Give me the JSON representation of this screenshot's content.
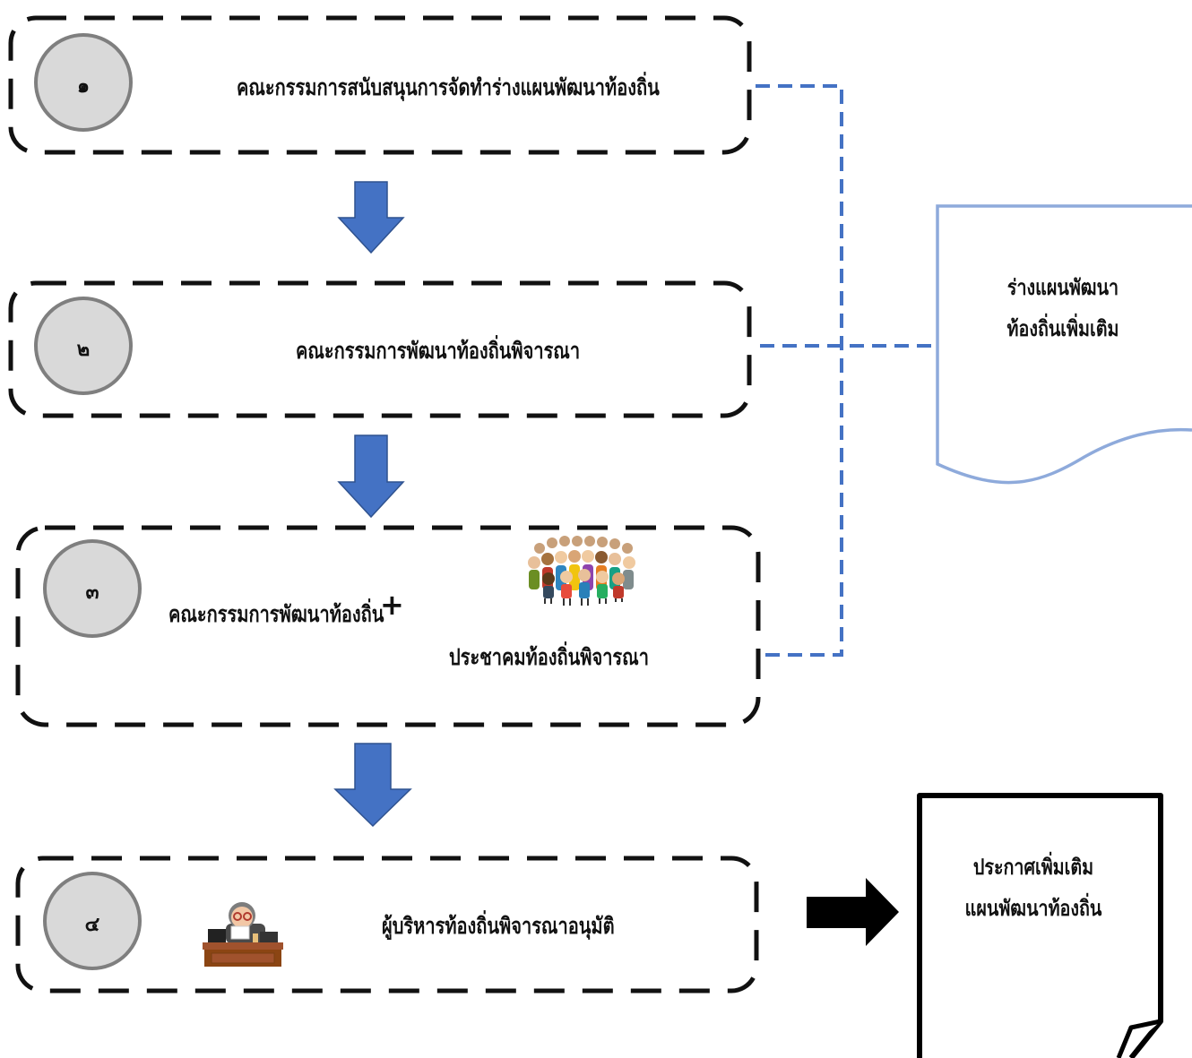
{
  "steps": [
    {
      "number": "๑",
      "label": "คณะกรรมการสนับสนุนการจัดทำร่างแผนพัฒนาท้องถิ่น"
    },
    {
      "number": "๒",
      "label": "คณะกรรมการพัฒนาท้องถิ่นพิจารณา"
    },
    {
      "number": "๓",
      "label": "คณะกรรมการพัฒนาท้องถิ่น",
      "plus": "+",
      "label2": "ประชาคมท้องถิ่นพิจารณา"
    },
    {
      "number": "๔",
      "label": "ผู้บริหารท้องถิ่นพิจารณาอนุมัติ"
    }
  ],
  "draft_document": {
    "line1": "ร่างแผนพัฒนา",
    "line2": "ท้องถิ่นเพิ่มเติม"
  },
  "final_document": {
    "line1": "ประกาศเพิ่มเติม",
    "line2": "แผนพัฒนาท้องถิ่น"
  },
  "icons": {
    "crowd": "crowd-of-people-icon",
    "executive": "executive-at-desk-icon"
  },
  "colors": {
    "arrow": "#4472c4",
    "connector": "#4472c4",
    "draft_border": "#8eaadb",
    "box_border": "#111111",
    "circle_fill": "#d9d9d9",
    "circle_border": "#7f7f7f",
    "final_arrow": "#000000"
  }
}
